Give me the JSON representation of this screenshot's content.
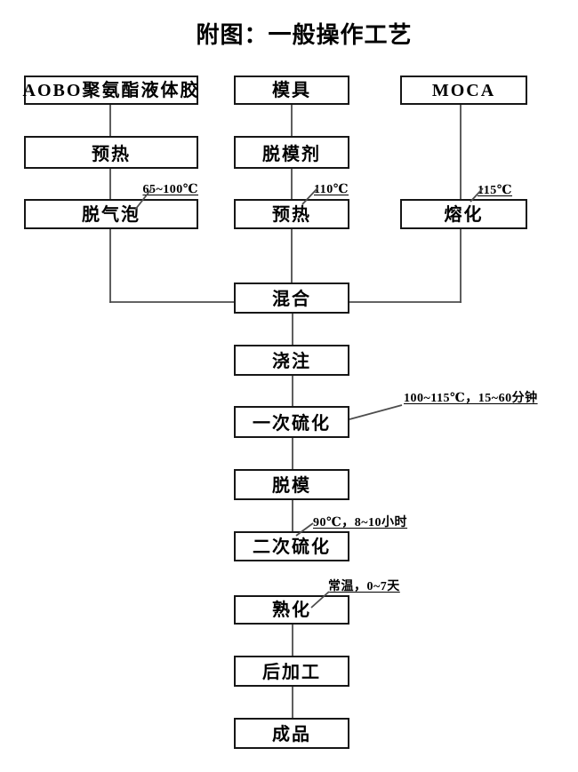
{
  "title": "附图：一般操作工艺",
  "boxes": {
    "aobo": "AOBO聚氨酯液体胶",
    "preheat1": "预热",
    "degas": "脱气泡",
    "mold": "模具",
    "release_agent": "脱模剂",
    "preheat2": "预热",
    "moca": "MOCA",
    "melt": "熔化",
    "mix": "混合",
    "pour": "浇注",
    "first_cure": "一次硫化",
    "demold": "脱模",
    "second_cure": "二次硫化",
    "mature": "熟化",
    "post_process": "后加工",
    "finished": "成品"
  },
  "annotations": {
    "degas_temp": "65~100℃",
    "mold_preheat_temp": "110℃",
    "melt_temp": "115℃",
    "first_cure_cond": "100~115℃，15~60分钟",
    "second_cure_cond": "90℃，8~10小时",
    "mature_cond": "常温，0~7天"
  }
}
